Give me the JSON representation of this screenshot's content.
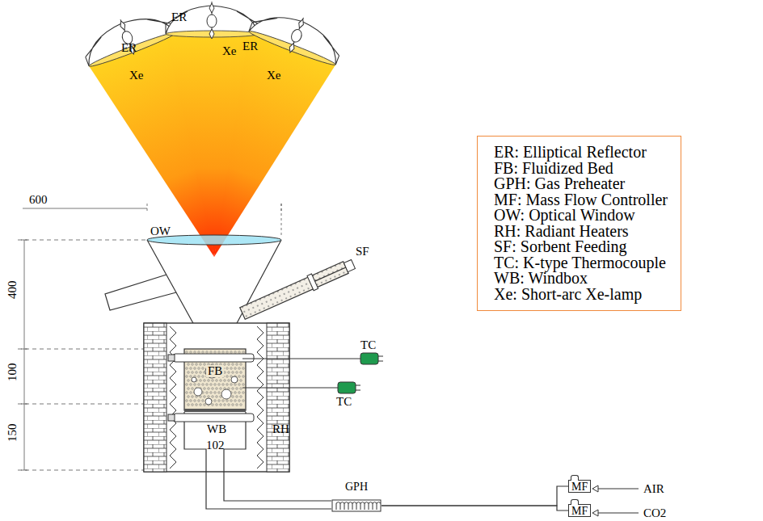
{
  "diagram": {
    "nodes": [
      {
        "text": [
          "GPH"
        ]
      },
      {
        "text": [
          "MF"
        ]
      },
      {
        "text": [
          "MF"
        ]
      }
    ],
    "edges": [
      {
        "from": 1,
        "to": 0,
        "arrow": "none"
      },
      {
        "from": 2,
        "to": 0,
        "arrow": "none"
      }
    ],
    "labels": [
      "ER",
      "Xe",
      "ER",
      "Xe",
      "ER",
      "Xe",
      "600",
      "OW",
      "SF",
      "400",
      "FB",
      "TC",
      "100",
      "TC",
      "WB",
      "RH",
      "150",
      "102",
      "AIR",
      "CO2"
    ],
    "legend": [
      {
        "text": "ER: Elliptical Reflector"
      },
      {
        "text": "FB: Fluidized Bed"
      },
      {
        "text": "GPH: Gas Preheater"
      },
      {
        "text": "MF: Mass Flow Controller"
      },
      {
        "text": "OW: Optical Window"
      },
      {
        "text": "RH: Radiant Heaters"
      },
      {
        "text": "SF: Sorbent Feeding"
      },
      {
        "text": "TC: K-type Thermocouple"
      },
      {
        "text": "WB: Windbox"
      },
      {
        "text": "Xe: Short-arc Xe-lamp"
      }
    ]
  }
}
